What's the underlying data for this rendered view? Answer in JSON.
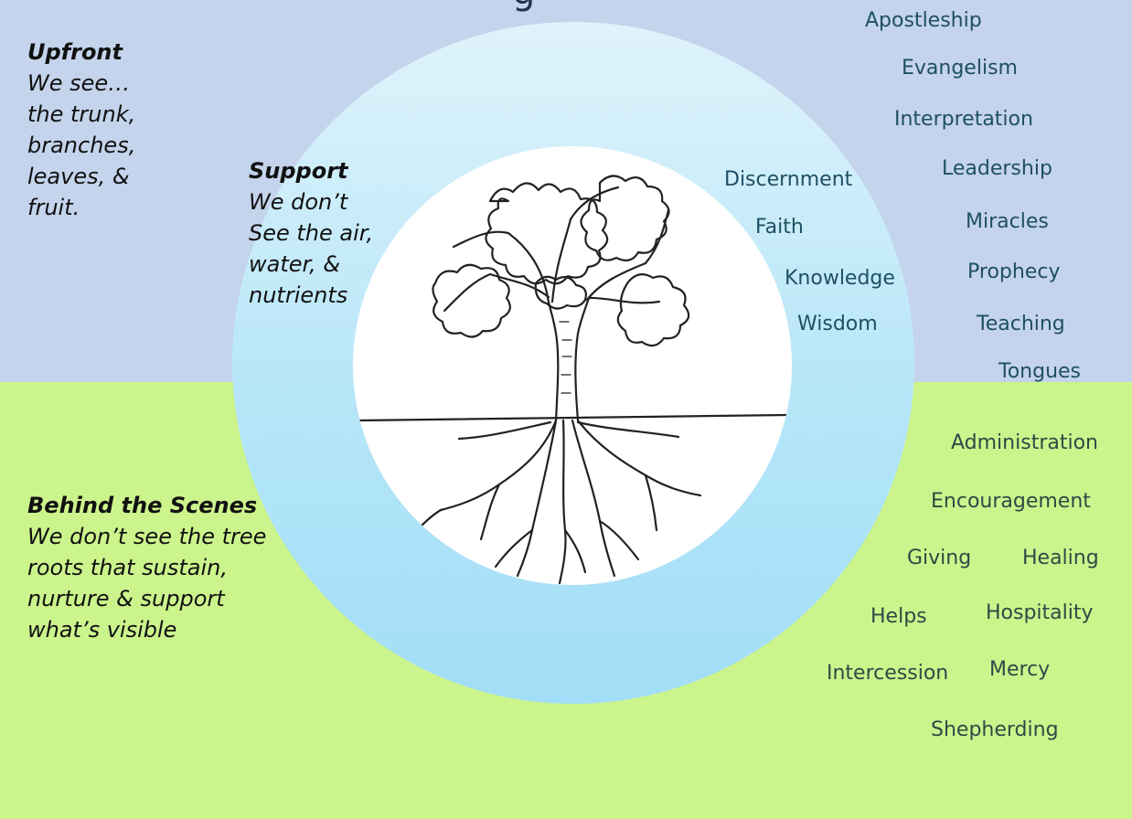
{
  "title_fragment": "g",
  "upfront": {
    "heading": "Upfront",
    "lines": [
      "We see…",
      "the trunk,",
      "branches,",
      "leaves, &",
      "fruit."
    ]
  },
  "support": {
    "heading": "Support",
    "lines": [
      "We don’t",
      "See the air,",
      "water, &",
      "nutrients"
    ]
  },
  "behind": {
    "heading": "Behind the Scenes",
    "lines": [
      "We don’t see the tree",
      "roots that sustain,",
      "nurture & support",
      "what’s visible"
    ]
  },
  "inner_gifts": [
    "Discernment",
    "Faith",
    "Knowledge",
    "Wisdom"
  ],
  "upfront_gifts": [
    "Apostleship",
    "Evangelism",
    "Interpretation",
    "Leadership",
    "Miracles",
    "Prophecy",
    "Teaching",
    "Tongues"
  ],
  "behind_gifts": [
    "Administration",
    "Encouragement",
    "Giving",
    "Healing",
    "Helps",
    "Hospitality",
    "Intercession",
    "Mercy",
    "Shepherding"
  ],
  "colors": {
    "top_band": "#c4d4ec",
    "bottom_band": "#ccf48c",
    "outer_circle": "#b6e6f8",
    "inner_circle": "#ffffff",
    "gift_text": "#1f4f64"
  }
}
